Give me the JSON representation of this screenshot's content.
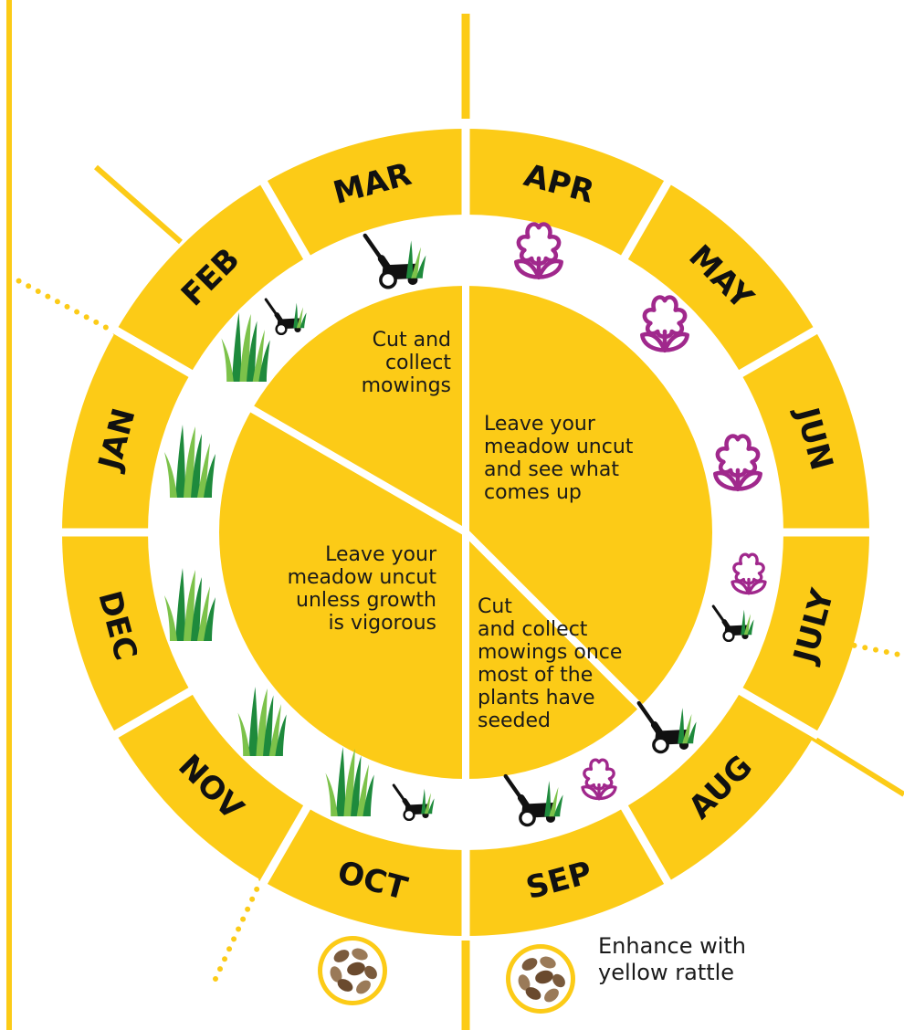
{
  "colors": {
    "yellow": "#FCCB17",
    "flower": "#A0288C",
    "grass_dark": "#1E8A3C",
    "grass_light": "#7CC24A",
    "seed": "#7A5A3C"
  },
  "months": [
    {
      "key": "jan",
      "label": "JAN"
    },
    {
      "key": "feb",
      "label": "FEB"
    },
    {
      "key": "mar",
      "label": "MAR"
    },
    {
      "key": "apr",
      "label": "APR"
    },
    {
      "key": "may",
      "label": "MAY"
    },
    {
      "key": "jun",
      "label": "JUN"
    },
    {
      "key": "july",
      "label": "JULY"
    },
    {
      "key": "aug",
      "label": "AUG"
    },
    {
      "key": "sep",
      "label": "SEP"
    },
    {
      "key": "oct",
      "label": "OCT"
    },
    {
      "key": "nov",
      "label": "NOV"
    },
    {
      "key": "dec",
      "label": "DEC"
    }
  ],
  "center": {
    "cut_spring": "Cut and\ncollect\nmowings",
    "leave_summer": "Leave your\nmeadow uncut\nand see what\ncomes up",
    "cut_late": "Cut\nand collect\nmowings once\nmost of the\nplants have\nseeded",
    "leave_winter": "Leave your\nmeadow uncut\nunless growth\nis vigorous"
  },
  "legend": {
    "yellow_rattle": "Enhance with\nyellow rattle"
  },
  "icons": [
    {
      "type": "mower-icon"
    },
    {
      "type": "mower-icon"
    },
    {
      "type": "mower-icon"
    },
    {
      "type": "mower-icon"
    },
    {
      "type": "mower-icon"
    },
    {
      "type": "mower-icon"
    },
    {
      "type": "mower-icon"
    },
    {
      "type": "grass-icon"
    },
    {
      "type": "grass-icon"
    },
    {
      "type": "grass-icon"
    },
    {
      "type": "grass-icon"
    },
    {
      "type": "grass-icon"
    },
    {
      "type": "flower-icon"
    },
    {
      "type": "flower-icon"
    },
    {
      "type": "flower-icon"
    },
    {
      "type": "flower-icon"
    },
    {
      "type": "flower-icon"
    },
    {
      "type": "seed-icon"
    },
    {
      "type": "seed-icon"
    }
  ]
}
